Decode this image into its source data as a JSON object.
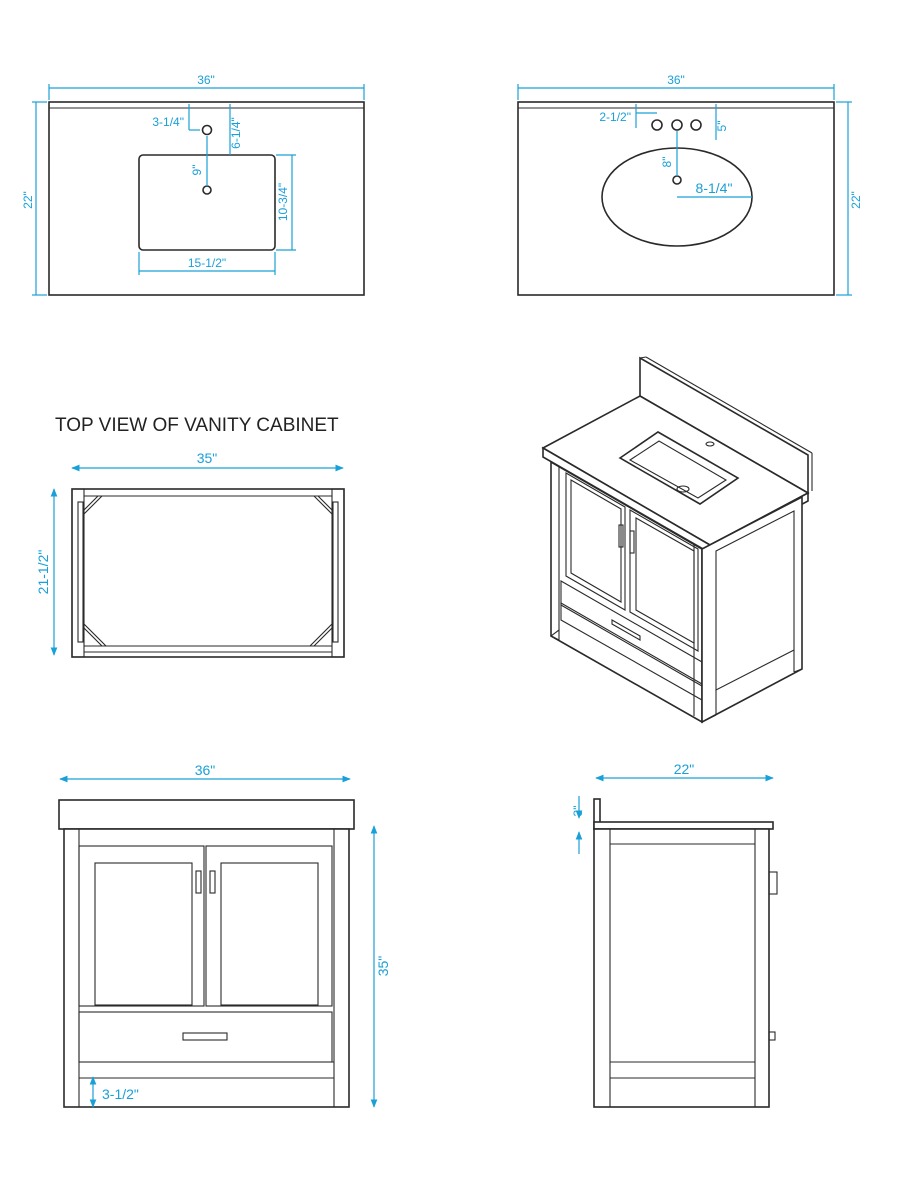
{
  "labels": {
    "top_view_title": "TOP VIEW OF VANITY CABINET"
  },
  "countertop_rect": {
    "width": "36\"",
    "depth": "22\"",
    "faucet_offset": "3-1/4\"",
    "faucet_to_sink": "6-1/4\"",
    "faucet_to_drain": "9\"",
    "sink_depth": "10-3/4\"",
    "sink_width": "15-1/2\""
  },
  "countertop_oval": {
    "width": "36\"",
    "depth": "22\"",
    "faucet_spacing": "2-1/2\"",
    "faucet_from_back": "5\"",
    "drain_from_faucet": "8\"",
    "drain_offset": "8-1/4\""
  },
  "cabinet_top": {
    "width": "35\"",
    "depth": "21-1/2\""
  },
  "front_view": {
    "width": "36\"",
    "height": "35\"",
    "toe_kick": "3-1/2\""
  },
  "side_view": {
    "depth": "22\"",
    "backsplash": "3\""
  },
  "colors": {
    "dimension": "#1aa0d8",
    "line": "#2a2a2a"
  }
}
